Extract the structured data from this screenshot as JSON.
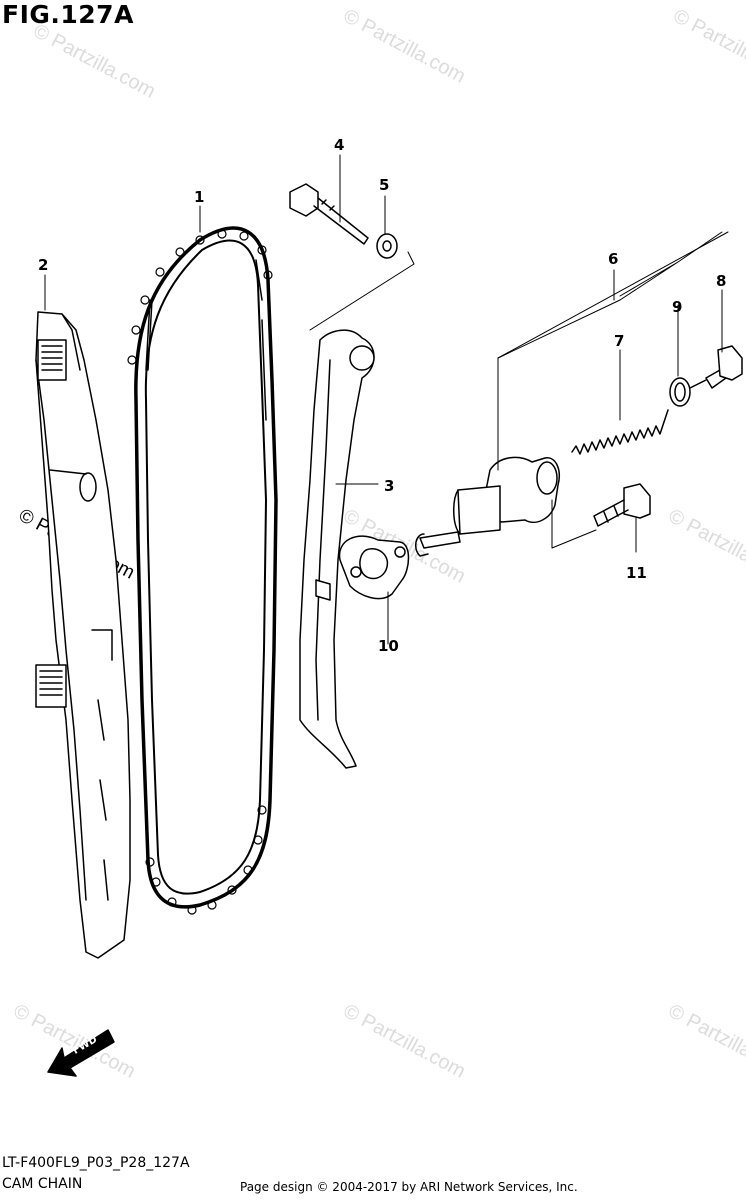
{
  "figure": {
    "title": "FIG.127A",
    "code": "LT-F400FL9_P03_P28_127A",
    "caption": "CAM CHAIN",
    "copyright": "Page design © 2004-2017 by ARI Network Services, Inc.",
    "watermark": "© Partzilla.com",
    "fwd_label": "FWD"
  },
  "callouts": [
    "1",
    "2",
    "3",
    "4",
    "5",
    "6",
    "7",
    "8",
    "9",
    "10",
    "11"
  ],
  "colors": {
    "line": "#000000",
    "watermark": "#dcdcdc"
  }
}
